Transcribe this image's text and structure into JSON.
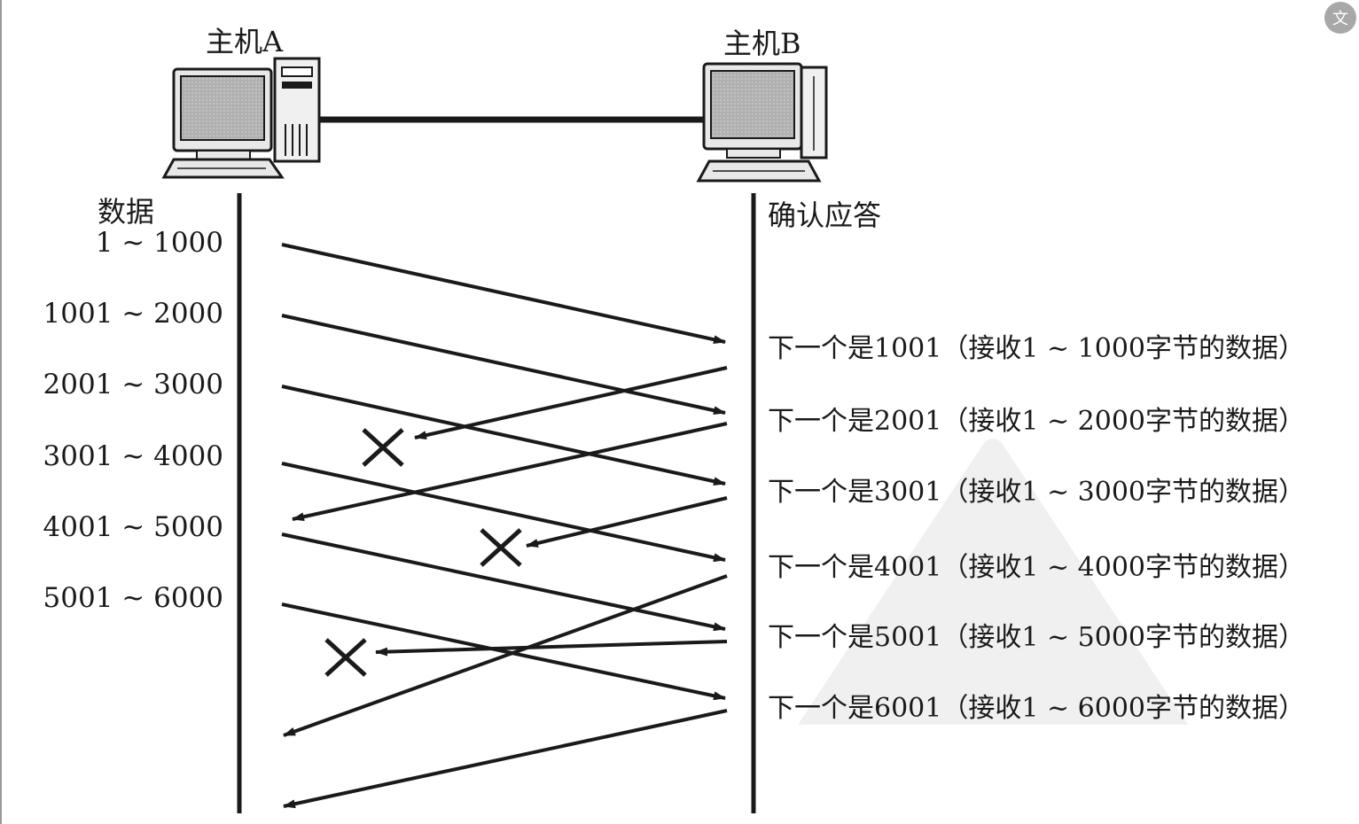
{
  "hosts": {
    "a": {
      "label": "主机A"
    },
    "b": {
      "label": "主机B"
    }
  },
  "columns": {
    "left_heading": "数据",
    "right_heading": "确认应答"
  },
  "data_segments": [
    "1 ~ 1000",
    "1001 ~ 2000",
    "2001 ~ 3000",
    "3001 ~ 4000",
    "4001 ~ 5000",
    "5001 ~ 6000"
  ],
  "acks": [
    "下一个是1001（接收1 ~ 1000字节的数据）",
    "下一个是2001（接收1 ~ 2000字节的数据）",
    "下一个是3001（接收1 ~ 3000字节的数据）",
    "下一个是4001（接收1 ~ 4000字节的数据）",
    "下一个是5001（接收1 ~ 5000字节的数据）",
    "下一个是6001（接收1 ~ 6000字节的数据）"
  ],
  "lost_acks": [
    1,
    3,
    5
  ],
  "colors": {
    "ink": "#1a1a1a",
    "screen": "#b8b8b8",
    "case": "#f0f0f0"
  },
  "icons": {
    "corner": "translate-icon",
    "computer": "computer-icon"
  }
}
